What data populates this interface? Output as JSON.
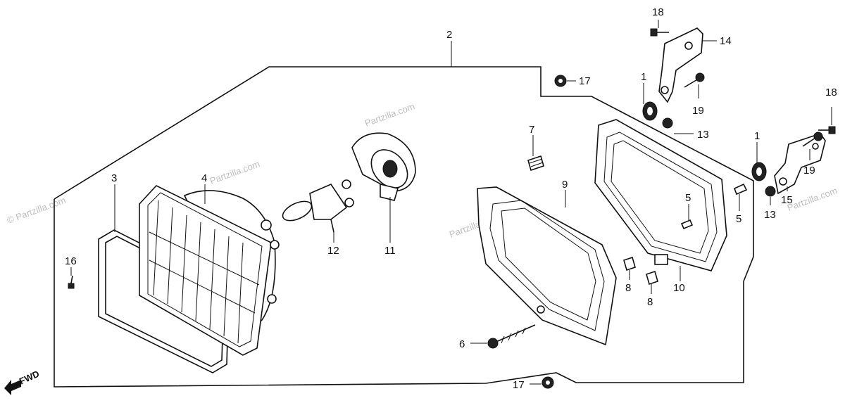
{
  "watermark": {
    "side_text": "© Partzilla.com",
    "inline_text": "Partzilla.com"
  },
  "direction": {
    "label": "FWD"
  },
  "callouts": [
    {
      "id": "2",
      "part": "headlight-assembly"
    },
    {
      "id": "18",
      "part": "bolt-top"
    },
    {
      "id": "14",
      "part": "bracket-top"
    },
    {
      "id": "17",
      "part": "nut-top"
    },
    {
      "id": "1",
      "part": "grommet-left"
    },
    {
      "id": "19",
      "part": "bolt-left"
    },
    {
      "id": "13",
      "part": "collar-left"
    },
    {
      "id": "18",
      "part": "bolt-right"
    },
    {
      "id": "1",
      "part": "grommet-right"
    },
    {
      "id": "19",
      "part": "bolt-right-2"
    },
    {
      "id": "15",
      "part": "bracket-right"
    },
    {
      "id": "13",
      "part": "collar-right"
    },
    {
      "id": "7",
      "part": "spring"
    },
    {
      "id": "9",
      "part": "headlight-case"
    },
    {
      "id": "5",
      "part": "pin-left"
    },
    {
      "id": "5",
      "part": "pin-right"
    },
    {
      "id": "10",
      "part": "rim"
    },
    {
      "id": "8",
      "part": "nut-clip-a"
    },
    {
      "id": "8",
      "part": "nut-clip-b"
    },
    {
      "id": "6",
      "part": "screw"
    },
    {
      "id": "17",
      "part": "nut-bottom"
    },
    {
      "id": "4",
      "part": "headlight-unit"
    },
    {
      "id": "3",
      "part": "rubber-frame"
    },
    {
      "id": "16",
      "part": "screw-left"
    },
    {
      "id": "12",
      "part": "bulb"
    },
    {
      "id": "11",
      "part": "socket-cover"
    }
  ]
}
